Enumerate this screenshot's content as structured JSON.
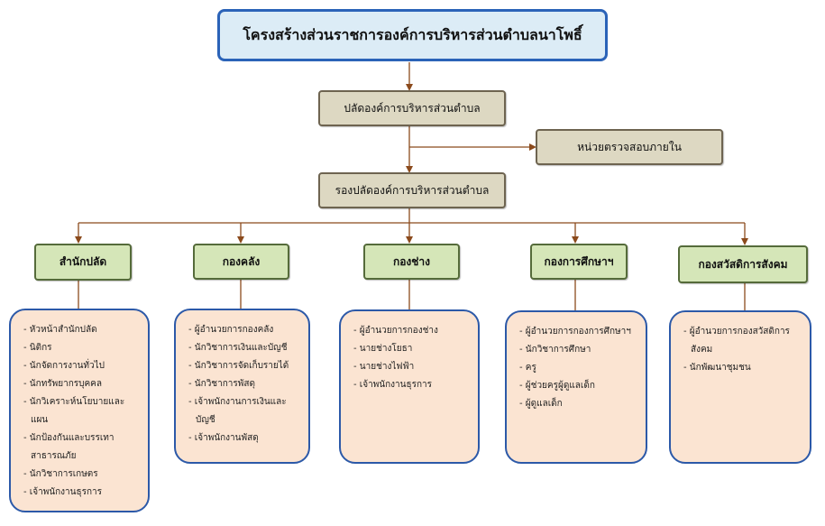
{
  "title": "โครงสร้างส่วนราชการองค์การบริหารส่วนตำบลนาโพธิ์",
  "chief": "ปลัดองค์การบริหารส่วนตำบล",
  "audit": "หน่วยตรวจสอบภายใน",
  "deputy": "รองปลัดองค์การบริหารส่วนตำบล",
  "divisions": [
    {
      "name": "สำนักปลัด",
      "items": [
        "หัวหน้าสำนักปลัด",
        "นิติกร",
        "นักจัดการงานทั่วไป",
        "นักทรัพยากรบุคคล",
        "นักวิเคราะห์นโยบายและแผน",
        "นักป้องกันและบรรเทาสาธารณภัย",
        "นักวิชาการเกษตร",
        "เจ้าพนักงานธุรการ"
      ]
    },
    {
      "name": "กองคลัง",
      "items": [
        "ผู้อำนวยการกองคลัง",
        "นักวิชาการเงินและบัญชี",
        "นักวิชาการจัดเก็บรายได้",
        "นักวิชาการพัสดุ",
        "เจ้าพนักงานการเงินและบัญชี",
        "เจ้าพนักงานพัสดุ"
      ]
    },
    {
      "name": "กองช่าง",
      "items": [
        "ผู้อำนวยการกองช่าง",
        "นายช่างโยธา",
        "นายช่างไฟฟ้า",
        "เจ้าพนักงานธุรการ"
      ]
    },
    {
      "name": "กองการศึกษาฯ",
      "items": [
        "ผู้อำนวยการกองการศึกษาฯ",
        "นักวิชาการศึกษา",
        "ครู",
        "ผู้ช่วยครูผู้ดูแลเด็ก",
        "ผู้ดูแลเด็ก"
      ]
    },
    {
      "name": "กองสวัสดิการสังคม",
      "items": [
        "ผู้อำนวยการกองสวัสดิการสังคม",
        "นักพัฒนาชุมชน"
      ]
    }
  ]
}
